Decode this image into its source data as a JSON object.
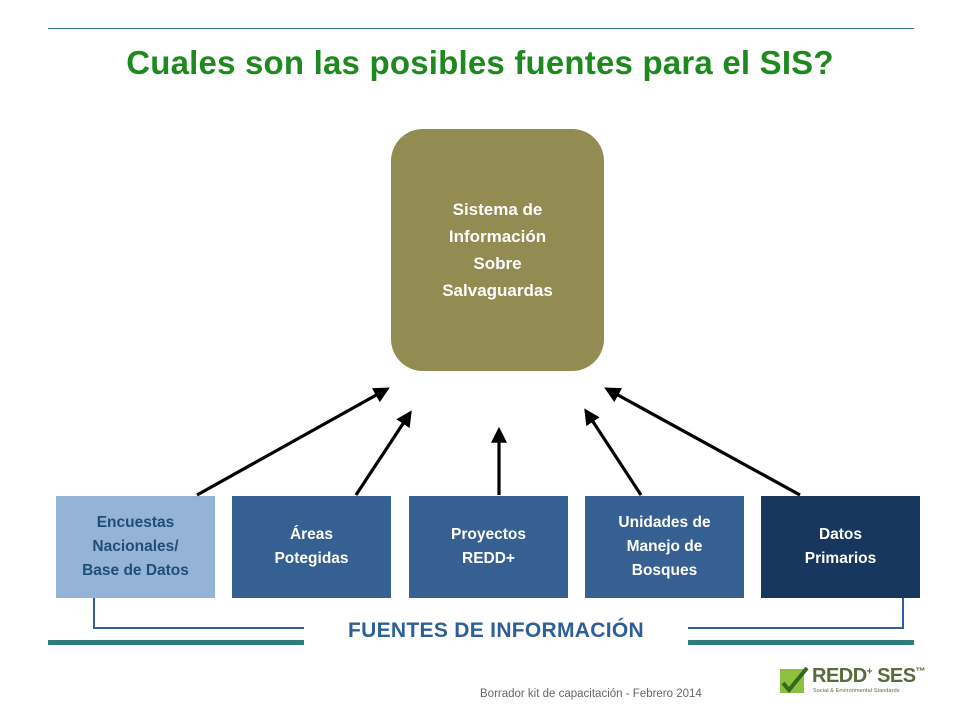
{
  "title": "Cuales son las posibles fuentes para el SIS?",
  "center": {
    "label": "Sistema de\nInformación\nSobre\nSalvaguardas"
  },
  "sources": [
    {
      "label": "Encuestas\nNacionales/\nBase de Datos"
    },
    {
      "label": "Áreas\nPotegidas"
    },
    {
      "label": "Proyectos\nREDD+"
    },
    {
      "label": "Unidades de\nManejo de\nBosques"
    },
    {
      "label": "Datos\nPrimarios"
    }
  ],
  "group_label": "FUENTES DE INFORMACIÓN",
  "footer_caption": "Borrador kit de capacitación - Febrero 2014",
  "logo": {
    "name": "REDD+ SES",
    "name_main": "REDD",
    "name_sup": "+",
    "name_tail": " SES",
    "tm": "™",
    "tagline": "Social & Environmental Standards"
  },
  "colors": {
    "title": "#1e8a1e",
    "center_box": "#928b52",
    "source_light": "#95b3d7",
    "source_mid": "#376092",
    "source_dark": "#17375e",
    "accent_rule": "#2e7d7a"
  }
}
